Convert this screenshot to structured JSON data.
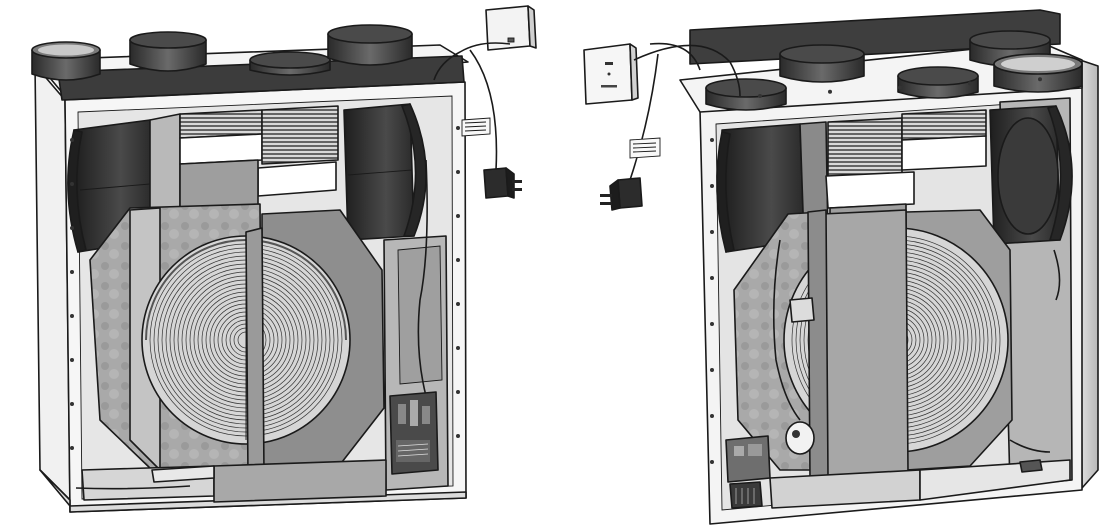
{
  "diagram": {
    "units": [
      {
        "name": "left-unit",
        "view": "front-open",
        "heat_exchanger": "rotary",
        "control_panel": "wall-box",
        "stickers": []
      },
      {
        "name": "right-unit",
        "view": "front-open",
        "heat_exchanger": "rotary",
        "control_panel": "wall-panel",
        "panel_text": "",
        "stickers": []
      }
    ],
    "colors": {
      "casing": "#f2f2f2",
      "steel_dark": "#3a3a3a",
      "steel_mid": "#8c8c8c",
      "steel_light": "#c8c8c8",
      "fan_housing": "#2e2e2e",
      "outline": "#1a1a1a"
    }
  }
}
